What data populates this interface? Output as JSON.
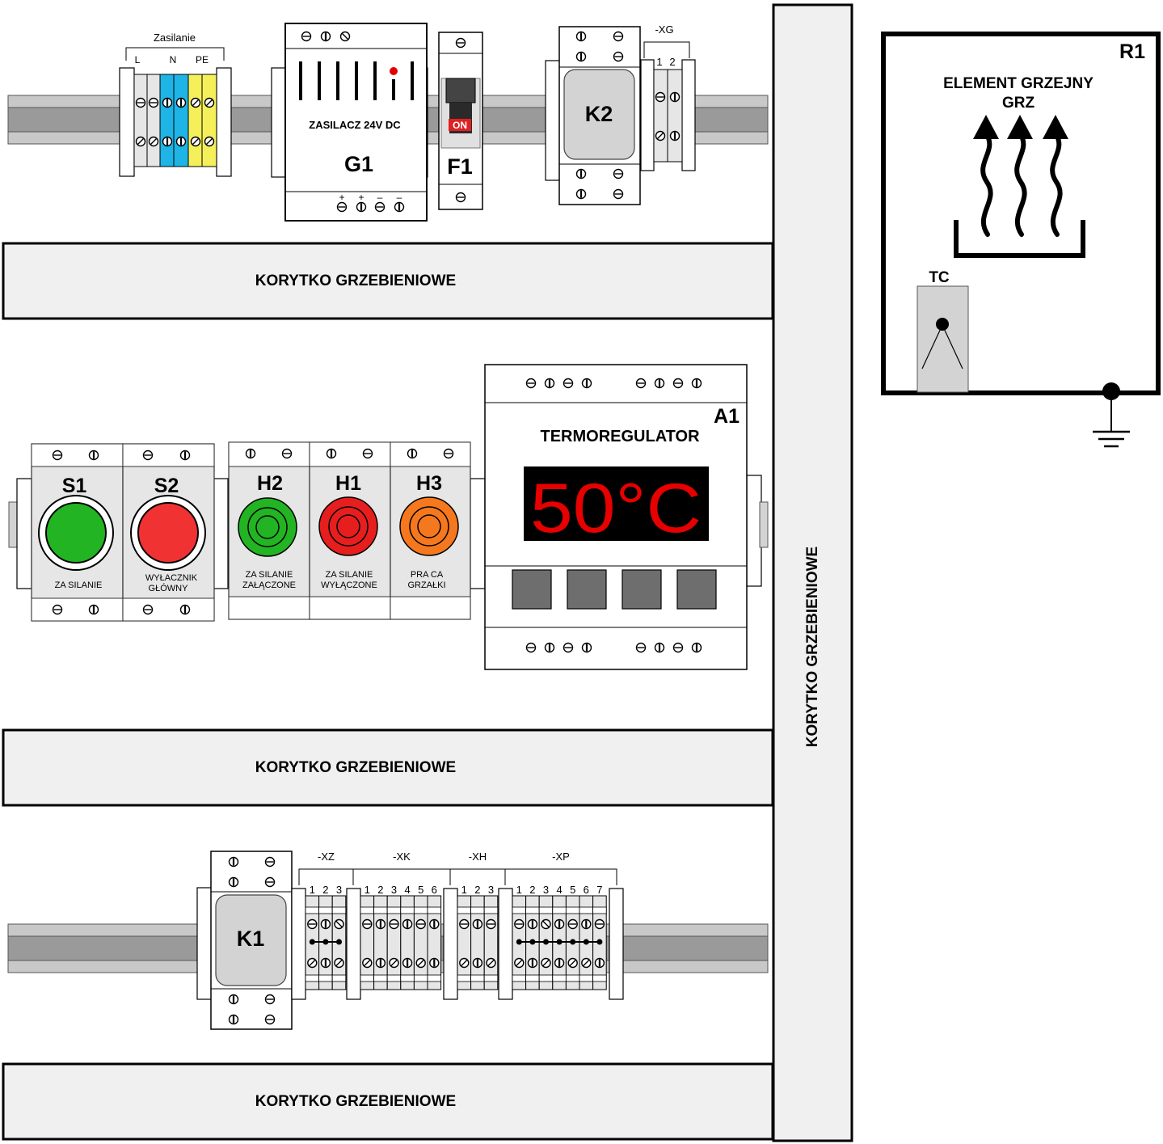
{
  "ducts": {
    "top": "KORYTKO GRZEBIENIOWE",
    "middle": "KORYTKO GRZEBIENIOWE",
    "bottom": "KORYTKO GRZEBIENIOWE",
    "vertical": "KORYTKO GRZEBIENIOWE"
  },
  "supply_terminals": {
    "title": "Zasilanie",
    "labels": [
      "L",
      "N",
      "PE"
    ],
    "colors": {
      "blue": "#1eb4e6",
      "yellow": "#f5f05a",
      "gray": "#e6e6e6"
    }
  },
  "g1": {
    "id": "G1",
    "name": "ZASILACZ 24V DC",
    "terminal_signs": [
      "+",
      "+",
      "–",
      "–"
    ]
  },
  "f1": {
    "id": "F1",
    "state_label": "ON",
    "state_color": "#e02020"
  },
  "k2": {
    "id": "K2"
  },
  "xg": {
    "title": "-XG",
    "numbers": [
      "1",
      "2"
    ]
  },
  "heater": {
    "id": "R1",
    "title_line1": "ELEMENT GRZEJNY",
    "title_line2": "GRZ",
    "sensor": "TC"
  },
  "buttons": [
    {
      "id": "S1",
      "label_line1": "ZA SILANIE",
      "label_line2": "",
      "color": "#22b422"
    },
    {
      "id": "S2",
      "label_line1": "WYŁACZNIK",
      "label_line2": "GŁÓWNY",
      "color": "#f03232"
    }
  ],
  "lamps": [
    {
      "id": "H2",
      "label_line1": "ZA SILANIE",
      "label_line2": "ZAŁĄCZONE",
      "color": "#22b422"
    },
    {
      "id": "H1",
      "label_line1": "ZA SILANIE",
      "label_line2": "WYŁĄCZONE",
      "color": "#e61e1e"
    },
    {
      "id": "H3",
      "label_line1": "PRA CA",
      "label_line2": "GRZAŁKI",
      "color": "#f5781e"
    }
  ],
  "a1": {
    "id": "A1",
    "name": "TERMOREGULATOR",
    "display": "50°C",
    "display_color": "#e60000"
  },
  "k1": {
    "id": "K1"
  },
  "terminal_strips": [
    {
      "title": "-XZ",
      "numbers": [
        "1",
        "2",
        "3"
      ]
    },
    {
      "title": "-XK",
      "numbers": [
        "1",
        "2",
        "3",
        "4",
        "5",
        "6"
      ]
    },
    {
      "title": "-XH",
      "numbers": [
        "1",
        "2",
        "3"
      ]
    },
    {
      "title": "-XP",
      "numbers": [
        "1",
        "2",
        "3",
        "4",
        "5",
        "6",
        "7"
      ]
    }
  ]
}
